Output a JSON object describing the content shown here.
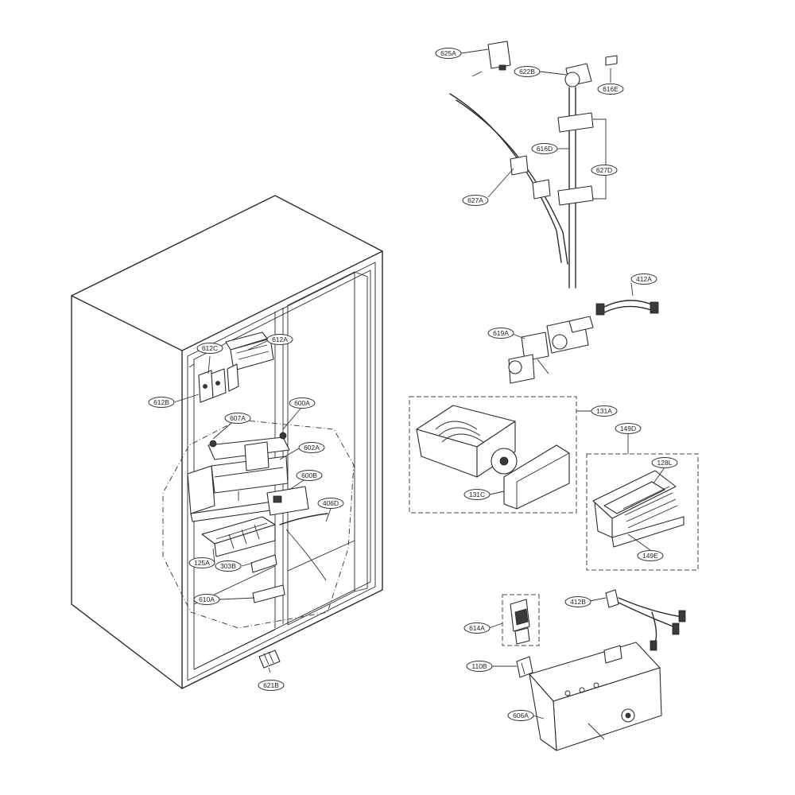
{
  "diagram": {
    "part_labels": {
      "p625A": "625A",
      "p622B": "622B",
      "p616E": "616E",
      "p616D": "616D",
      "p627D": "627D",
      "p627A": "627A",
      "p412A": "412A",
      "p619A": "619A",
      "p612A": "612A",
      "p612C": "612C",
      "p612B": "612B",
      "p600A": "600A",
      "p607A": "607A",
      "p602A": "602A",
      "p600B": "600B",
      "p406D": "406D",
      "p125A": "125A",
      "p303B": "303B",
      "p610A": "610A",
      "p621B": "621B",
      "p131A": "131A",
      "p131C": "131C",
      "p149D": "149D",
      "p128L": "128L",
      "p149E": "149E",
      "p412B": "412B",
      "p614A": "614A",
      "p110B": "110B",
      "p606A": "606A"
    }
  }
}
